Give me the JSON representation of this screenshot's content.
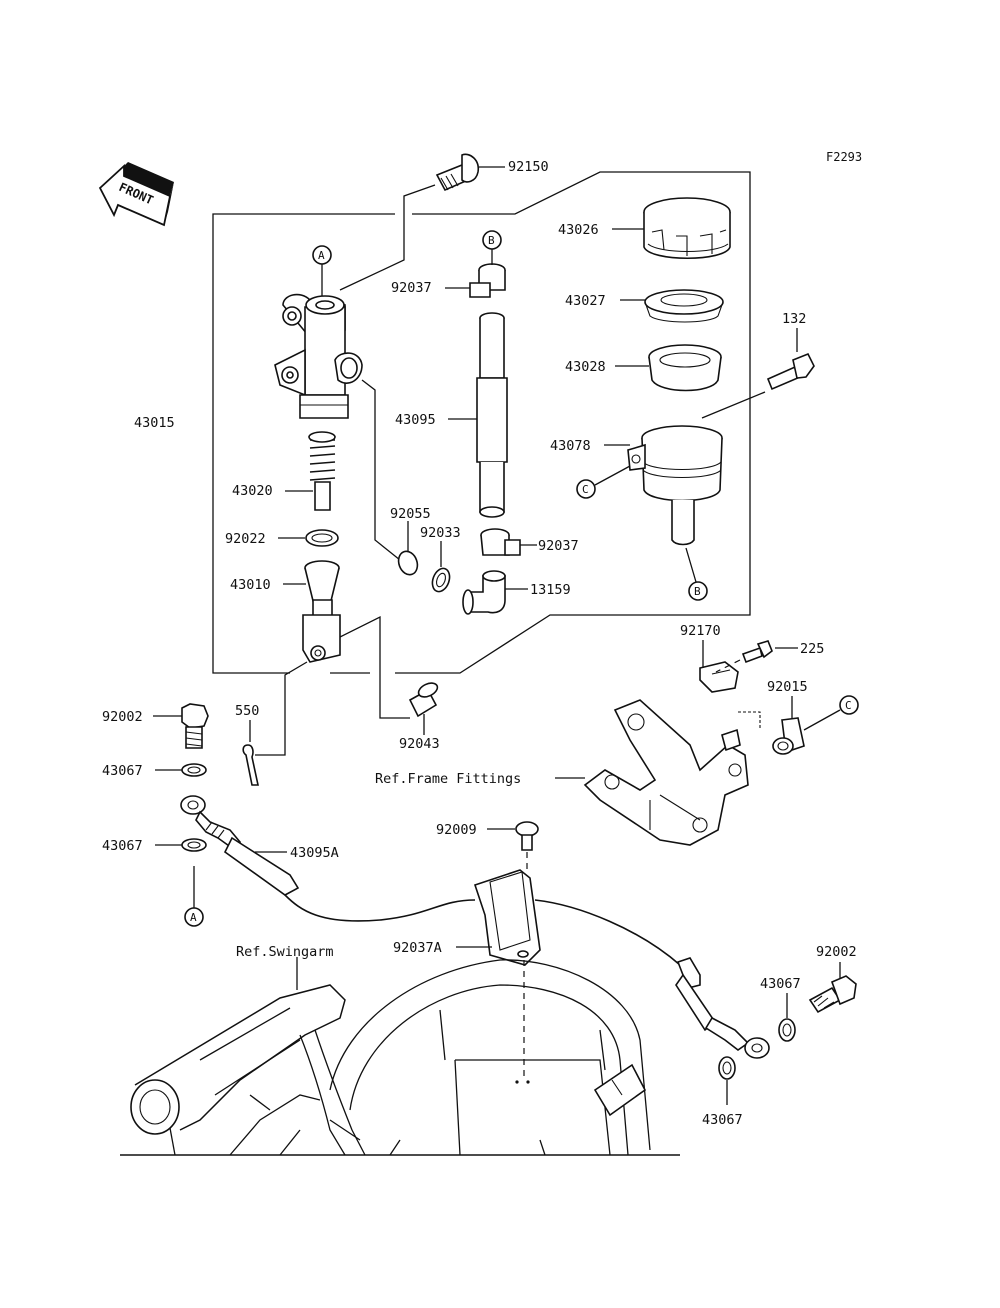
{
  "figure_code": "F2293",
  "front_arrow": {
    "label": "FRONT",
    "icon": "front-direction-arrow-icon"
  },
  "callouts": {
    "A_top": "A",
    "B_top": "B",
    "C_reservoir": "C",
    "B_bottom": "B",
    "C_bracket": "C",
    "A_bottom": "A"
  },
  "labels": {
    "p92150": "92150",
    "p43026": "43026",
    "p43027": "43027",
    "p43028": "43028",
    "p132": "132",
    "p43078": "43078",
    "p92037_top": "92037",
    "p43015": "43015",
    "p43095": "43095",
    "p43020": "43020",
    "p92055": "92055",
    "p92033": "92033",
    "p92037_mid": "92037",
    "p92022": "92022",
    "p43010": "43010",
    "p13159": "13159",
    "p92170": "92170",
    "p225": "225",
    "p92015": "92015",
    "p92002_left": "92002",
    "p550": "550",
    "p92043": "92043",
    "p43067_a": "43067",
    "ref_frame": "Ref.Frame Fittings",
    "p92009": "92009",
    "p43067_b": "43067",
    "p43095A": "43095A",
    "ref_swingarm": "Ref.Swingarm",
    "p92037A": "92037A",
    "p92002_right": "92002",
    "p43067_c": "43067",
    "p43067_d": "43067"
  }
}
